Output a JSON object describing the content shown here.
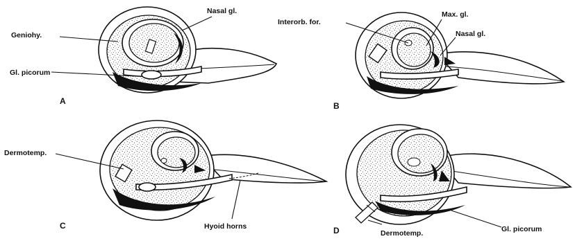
{
  "panels": {
    "a": {
      "letter": "A",
      "labels": {
        "nasal": "Nasal gl.",
        "geniohy": "Geniohy.",
        "picorum": "Gl. picorum"
      }
    },
    "b": {
      "letter": "B",
      "labels": {
        "interorb": "Interorb. for.",
        "max": "Max. gl.",
        "nasal": "Nasal gl."
      }
    },
    "c": {
      "letter": "C",
      "labels": {
        "dermotemp": "Dermotemp.",
        "hyoid": "Hyoid horns"
      }
    },
    "d": {
      "letter": "D",
      "labels": {
        "dermotemp": "Dermotemp.",
        "picorum": "Gl. picorum"
      }
    }
  },
  "colors": {
    "ink": "#111111",
    "paper": "#ffffff"
  }
}
